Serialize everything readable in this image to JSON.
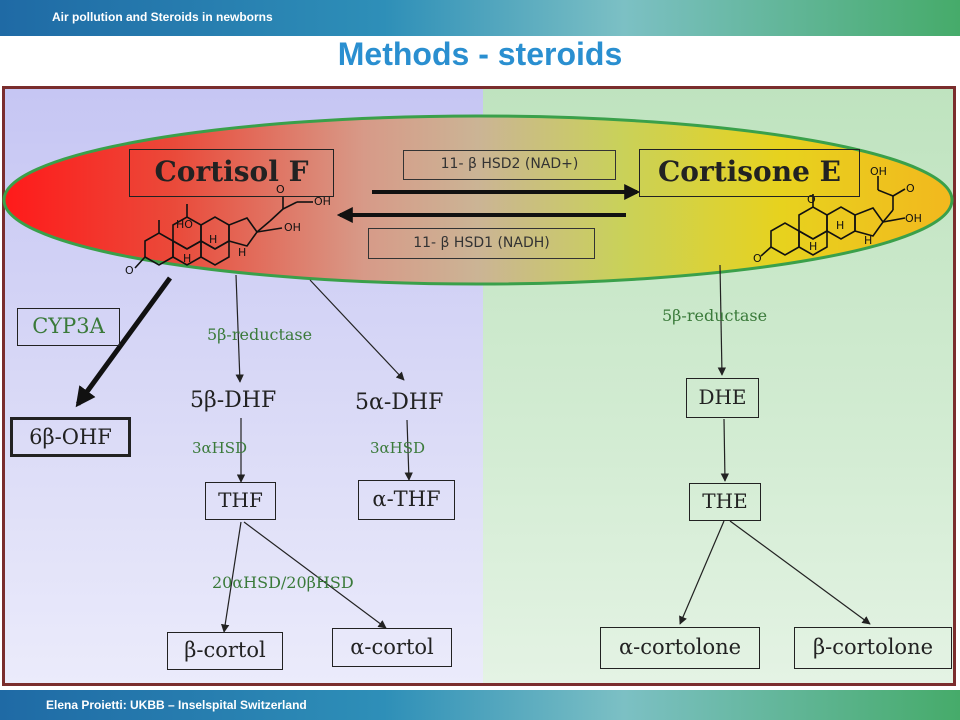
{
  "header": {
    "subtitle": "Air pollution and Steroids in newborns",
    "title": "Methods - steroids"
  },
  "footer": {
    "author": "Elena Proietti: UKBB – Inselspital  Switzerland"
  },
  "nodes": {
    "cortisol": "Cortisol F",
    "cortisone": "Cortisone E",
    "cyp3a": "CYP3A",
    "ohf": "6β-OHF",
    "dhf5b": "5β-DHF",
    "dhf5a": "5α-DHF",
    "thf": "THF",
    "athf": "α-THF",
    "bcortol": "β-cortol",
    "acortol": "α-cortol",
    "dhe": "DHE",
    "the": "THE",
    "acortolone": "α-cortolone",
    "bcortolone": "β-cortolone"
  },
  "enzymes": {
    "hsd2": "11- β HSD2 (NAD+)",
    "hsd1": "11- β HSD1 (NADH)",
    "red_left": "5β-reductase",
    "red_right": "5β-reductase",
    "ahsd_left": "3αHSD",
    "ahsd_right": "3αHSD",
    "hsd20": "20αHSD/20βHSD"
  },
  "structure_atoms": {
    "left": [
      "HO",
      "H",
      "H",
      "H",
      "O",
      "O",
      "OH",
      "OH"
    ],
    "right": [
      "O",
      "H",
      "H",
      "H",
      "O",
      "O",
      "OH",
      "OH"
    ]
  },
  "colors": {
    "title": "#2a8fd0",
    "label_green": "#3a7a3a",
    "frame": "#7a2d2d"
  }
}
